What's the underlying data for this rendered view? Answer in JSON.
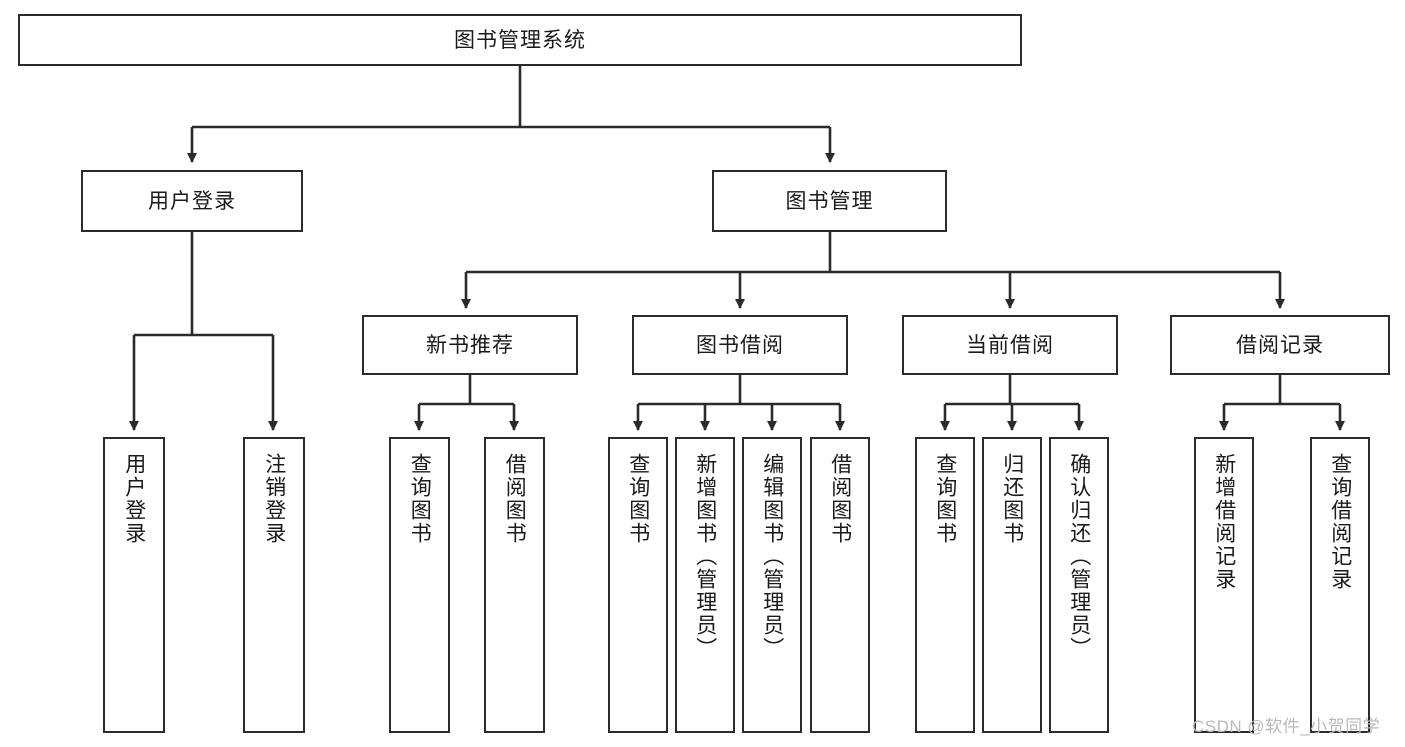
{
  "diagram": {
    "title": "图书管理系统",
    "type": "hierarchy-tree",
    "levels": 4,
    "colors": {
      "box_border": "#2b2b2b",
      "box_fill": "#ffffff",
      "connector": "#2b2b2b",
      "text": "#1a1a1a",
      "watermark": "#b9b9b9",
      "background": "#ffffff"
    }
  },
  "root": {
    "label": "图书管理系统"
  },
  "level2": [
    {
      "label": "用户登录"
    },
    {
      "label": "图书管理"
    }
  ],
  "level3": [
    {
      "label": "新书推荐"
    },
    {
      "label": "图书借阅"
    },
    {
      "label": "当前借阅"
    },
    {
      "label": "借阅记录"
    }
  ],
  "leaves": {
    "user_login": [
      {
        "label": "用户登录"
      },
      {
        "label": "注销登录"
      }
    ],
    "new_book_recommend": [
      {
        "label": "查询图书"
      },
      {
        "label": "借阅图书"
      }
    ],
    "book_borrow": [
      {
        "label": "查询图书"
      },
      {
        "label": "新增图书（管理员）"
      },
      {
        "label": "编辑图书（管理员）"
      },
      {
        "label": "借阅图书"
      }
    ],
    "current_borrow": [
      {
        "label": "查询图书"
      },
      {
        "label": "归还图书"
      },
      {
        "label": "确认归还（管理员）"
      }
    ],
    "borrow_record": [
      {
        "label": "新增借阅记录"
      },
      {
        "label": "查询借阅记录"
      }
    ]
  },
  "watermark": {
    "text": "CSDN @软件_小贺同学"
  }
}
